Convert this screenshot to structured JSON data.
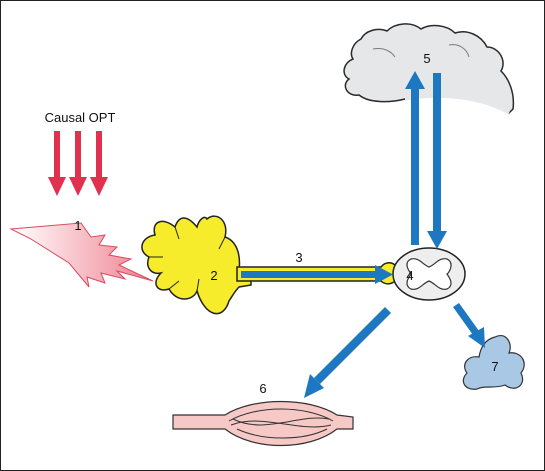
{
  "labels": {
    "cause": "Causal OPT",
    "n1": "1",
    "n2": "2",
    "n3": "3",
    "n4": "4",
    "n5": "5",
    "n6": "6",
    "n7": "7"
  },
  "colors": {
    "cause_arrow": "#e0314f",
    "pain_source": "#f29aa6",
    "neuron_fill": "#f6ec2b",
    "neuron_stroke": "#222222",
    "signal_arrow": "#1e78c1",
    "brain_fill": "#e6e7e9",
    "spinal_fill": "#eeeeee",
    "muscle_fill": "#f6c9c6",
    "organ_fill": "#a9c8e6"
  },
  "icons": [
    "pain-source-icon",
    "neuron-icon",
    "spinal-cord-section-icon",
    "brain-icon",
    "muscle-icon",
    "organ-icon"
  ]
}
